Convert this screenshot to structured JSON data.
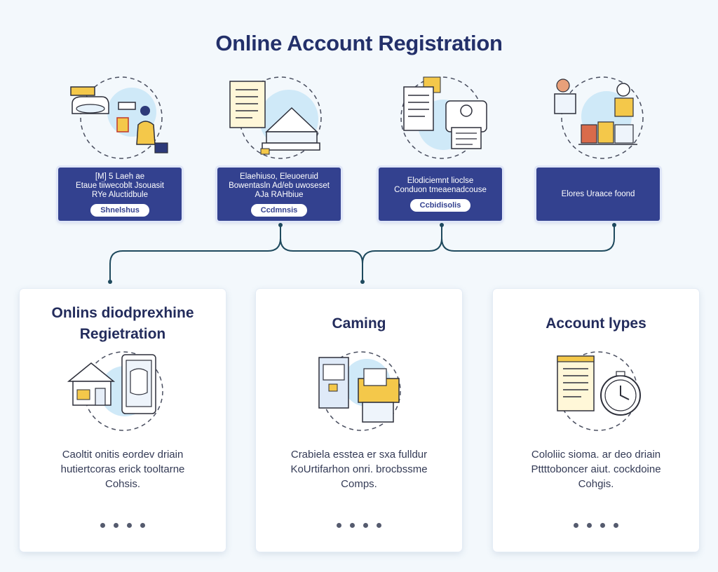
{
  "title": "Online Account Registration",
  "colors": {
    "navy": "#33418f",
    "connector": "#1f4a5e",
    "bubble": "#cfe9f8",
    "accent_yellow": "#f4c84a"
  },
  "steps": [
    {
      "text": "[M] 5 Laeh ae\nEtaue tiiwecoblt Jsouasit\nRYe Aluctidbule",
      "chip": "Shnelshus",
      "icon": "car-person-icon"
    },
    {
      "text": "Elaehiuso, Eleuoeruid\nBowentasln Ad/eb uwoseset\nAJa RAHbiue",
      "chip": "Ccdmnsis",
      "icon": "envelope-document-icon"
    },
    {
      "text": "Elodiciemnt lioclse\nConduon tmeaenadcouse",
      "chip": "Ccbidisolis",
      "icon": "form-id-card-icon"
    },
    {
      "text": "Elores Uraace foond",
      "chip": "",
      "icon": "people-building-icon"
    }
  ],
  "cards": [
    {
      "title": "Onlins diodprexhine\nRegietration",
      "desc": "Caoltit onitis eordev driain\nhutiertcoras erick tooltarne\nCohsis.",
      "icon": "house-phone-icon"
    },
    {
      "title": "Caming",
      "desc": "Crabiela esstea er sxa fulldur\nKoUrtifarhon onri. brocbssme\nComps.",
      "icon": "machine-puzzle-icon"
    },
    {
      "title": "Account lypes",
      "desc": "Cololiic sioma. ar deo driain\nPttttoboncer aiut. cockdoine\nCohgis.",
      "icon": "document-clock-icon"
    }
  ]
}
